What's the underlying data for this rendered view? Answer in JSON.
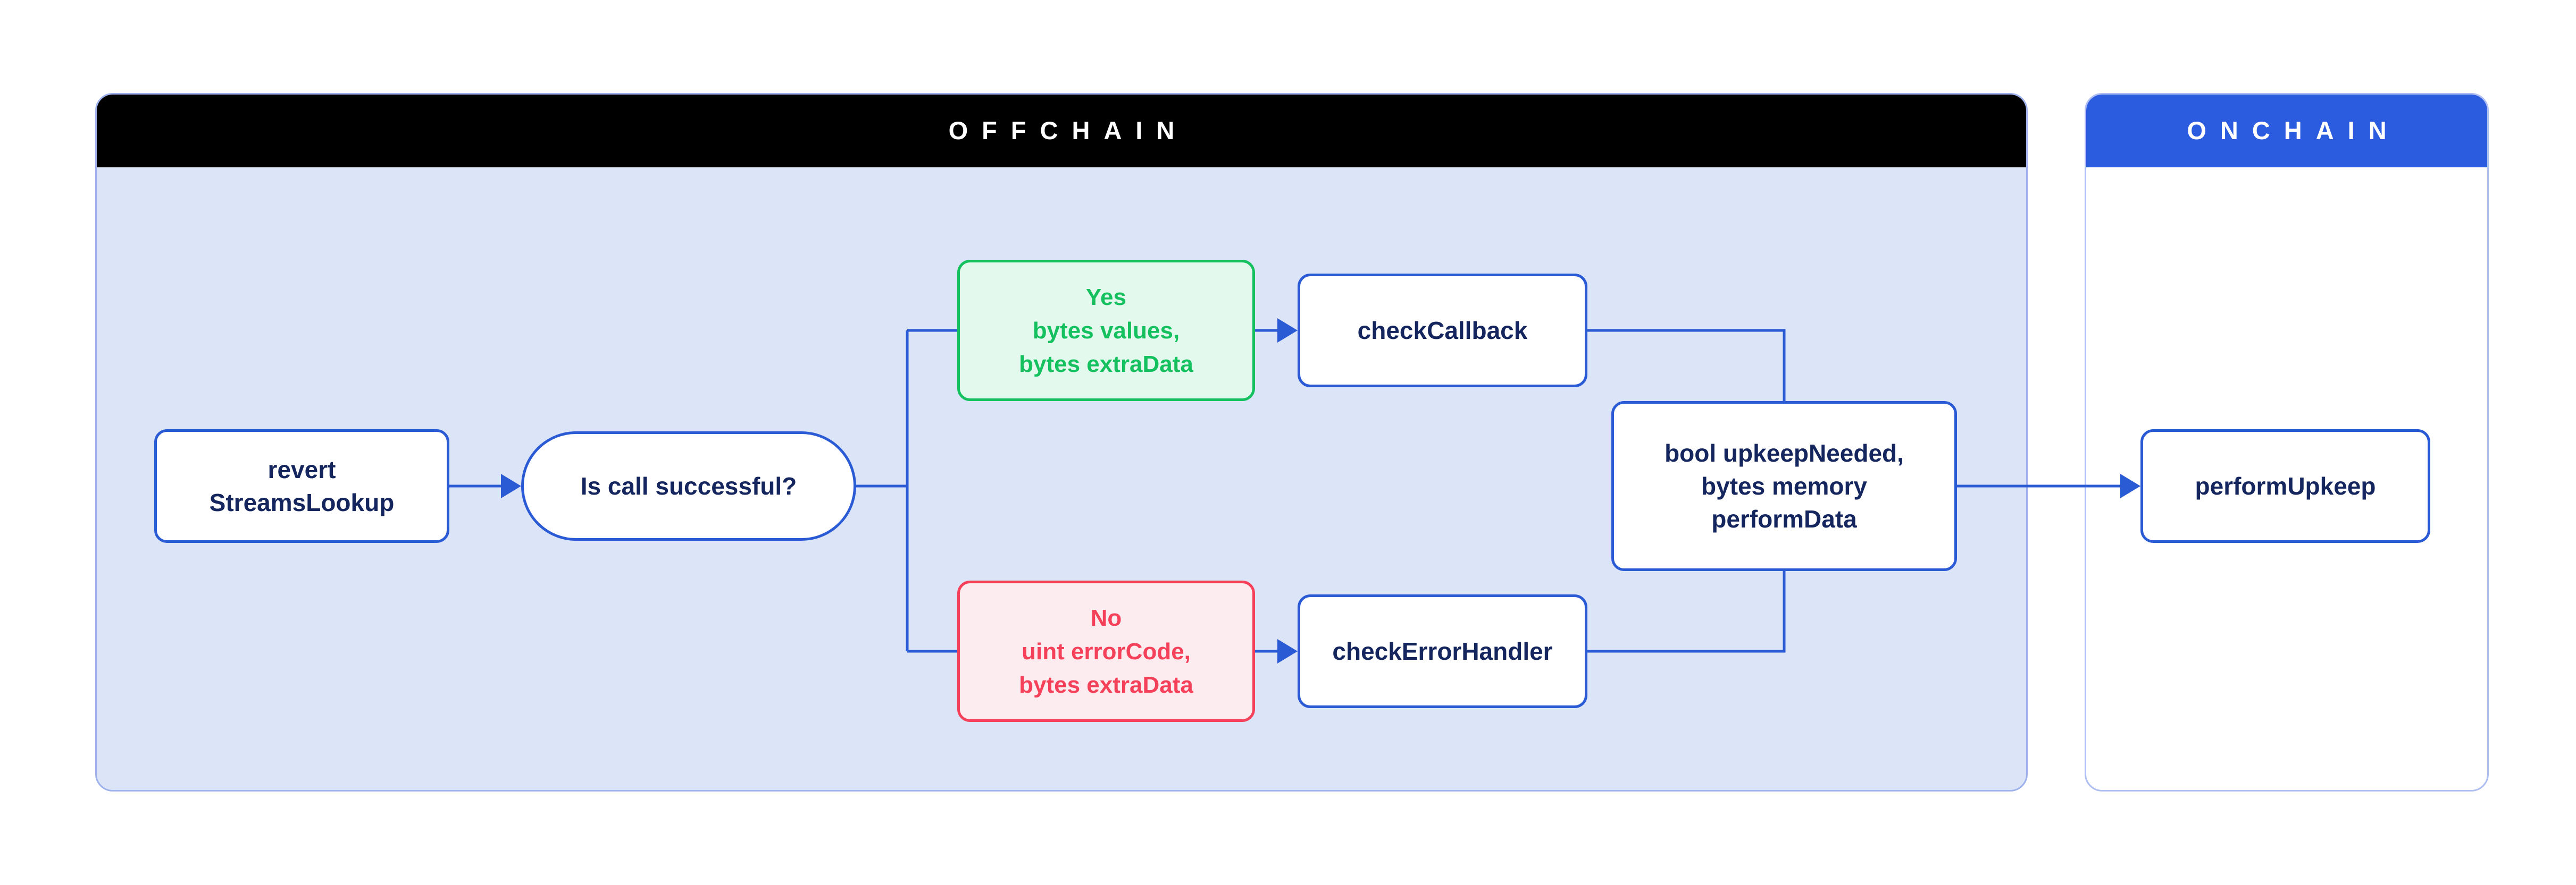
{
  "offchain": {
    "title": "OFFCHAIN",
    "header_color": "#000000",
    "body_color": "#dce4f8",
    "border_color": "#9fb1ec"
  },
  "onchain": {
    "title": "ONCHAIN",
    "header_color": "#2b5ce0",
    "body_color": "#ffffff",
    "border_color": "#aebdf2"
  },
  "nodes": {
    "revert_streams_lookup": {
      "label": "revert\nStreamsLookup",
      "shape": "rounded-rect",
      "region": "offchain",
      "status": "neutral"
    },
    "is_call_successful": {
      "label": "Is call successful?",
      "shape": "stadium",
      "region": "offchain",
      "status": "decision"
    },
    "yes_branch": {
      "label": "Yes\nbytes values,\nbytes extraData",
      "shape": "rounded-rect",
      "region": "offchain",
      "status": "success"
    },
    "check_callback": {
      "label": "checkCallback",
      "shape": "rounded-rect",
      "region": "offchain",
      "status": "neutral"
    },
    "no_branch": {
      "label": "No\nuint errorCode,\nbytes extraData",
      "shape": "rounded-rect",
      "region": "offchain",
      "status": "failure"
    },
    "check_error_handler": {
      "label": "checkErrorHandler",
      "shape": "rounded-rect",
      "region": "offchain",
      "status": "neutral"
    },
    "upkeep_needed": {
      "label": "bool upkeepNeeded,\nbytes memory\nperformData",
      "shape": "rounded-rect",
      "region": "offchain",
      "status": "neutral"
    },
    "perform_upkeep": {
      "label": "performUpkeep",
      "shape": "rounded-rect",
      "region": "onchain",
      "status": "neutral"
    }
  },
  "edges": [
    {
      "from": "revert_streams_lookup",
      "to": "is_call_successful",
      "arrow": true
    },
    {
      "from": "is_call_successful",
      "to": "yes_branch",
      "arrow": false
    },
    {
      "from": "is_call_successful",
      "to": "no_branch",
      "arrow": false
    },
    {
      "from": "yes_branch",
      "to": "check_callback",
      "arrow": true
    },
    {
      "from": "no_branch",
      "to": "check_error_handler",
      "arrow": true
    },
    {
      "from": "check_callback",
      "to": "upkeep_needed",
      "arrow": false
    },
    {
      "from": "check_error_handler",
      "to": "upkeep_needed",
      "arrow": false
    },
    {
      "from": "upkeep_needed",
      "to": "perform_upkeep",
      "arrow": true
    }
  ],
  "colors": {
    "connector": "#2b5ad5",
    "node_border": "#2b5ad5",
    "node_text": "#15265e",
    "success_accent": "#15c05e",
    "success_bg": "#e4f9ee",
    "failure_accent": "#f5405a",
    "failure_bg": "#fdecef"
  }
}
